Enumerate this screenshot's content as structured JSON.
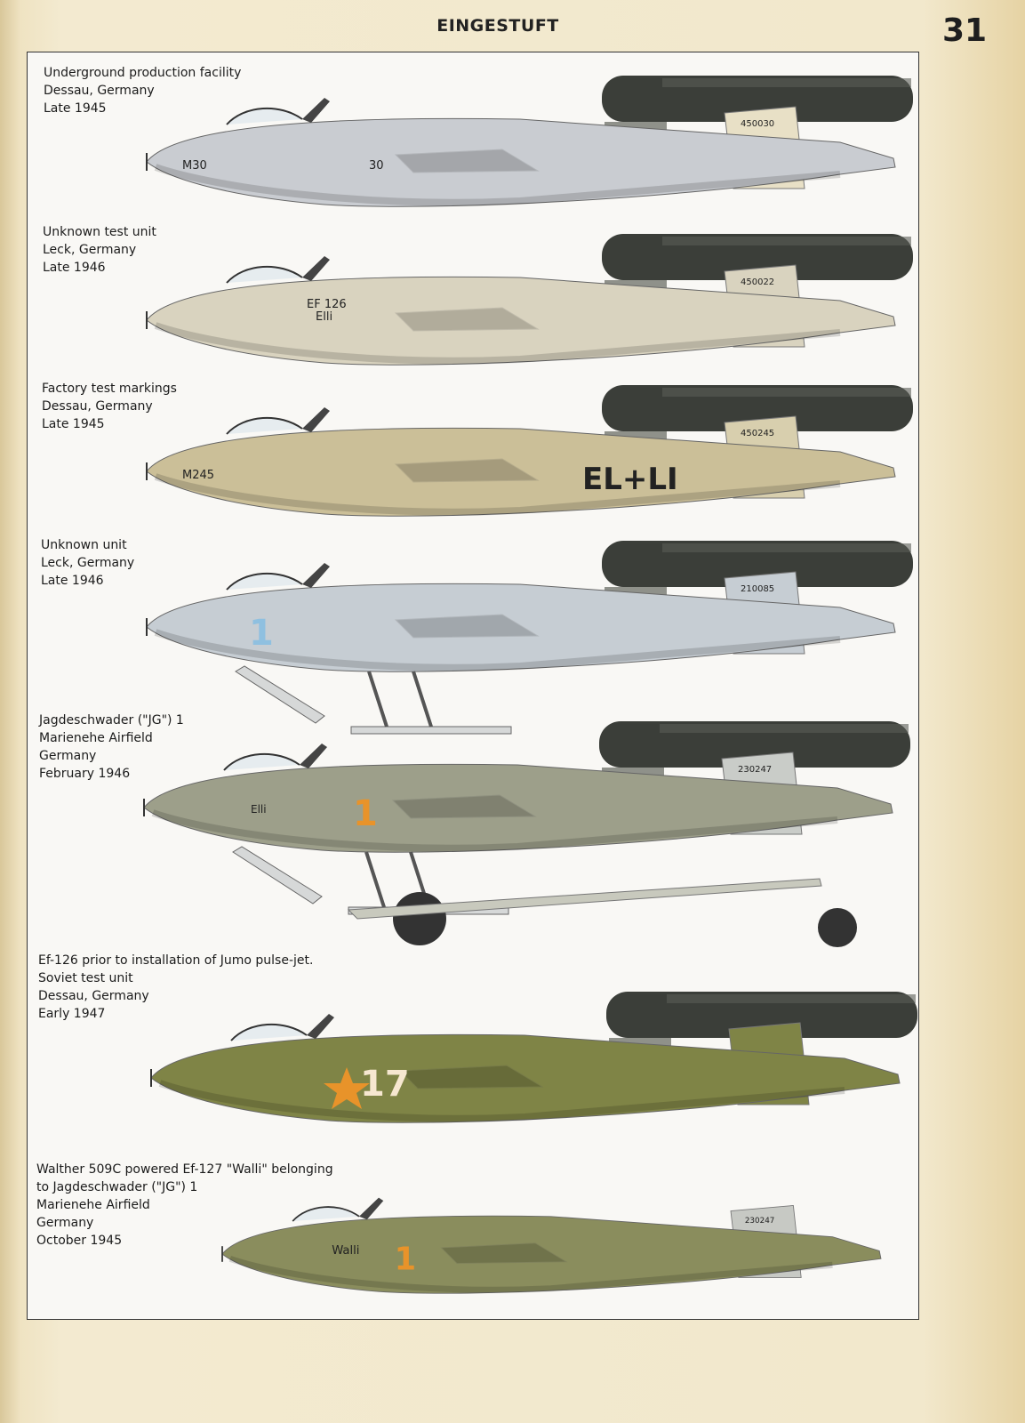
{
  "header": {
    "title": "EINGESTUFT",
    "page_number": "31"
  },
  "profiles": [
    {
      "caption": [
        "Underground production facility",
        "Dessau, Germany",
        "Late 1945"
      ],
      "markings": [
        "M30",
        "30"
      ],
      "serial": "450030",
      "color": "#c9ccd1",
      "fin_color": "#e8e0c6",
      "engine": true,
      "skids": false
    },
    {
      "caption": [
        "Unknown test unit",
        "Leck, Germany",
        "Late 1946"
      ],
      "markings": [
        "EF 126",
        "Elli"
      ],
      "serial": "450022",
      "color": "#d9d3bf",
      "fin_color": "#d9d3bf",
      "engine": true,
      "skids": false
    },
    {
      "caption": [
        "Factory test markings",
        "Dessau, Germany",
        "Late 1945"
      ],
      "markings": [
        "M245",
        "EL+LI"
      ],
      "serial": "450245",
      "color": "#cbbf98",
      "fin_color": "#d8cfae",
      "engine": true,
      "skids": false
    },
    {
      "caption": [
        "Unknown unit",
        "Leck, Germany",
        "Late 1946"
      ],
      "markings": [
        "1"
      ],
      "serial": "210085",
      "color": "#c6cdd3",
      "fin_color": "#c6cdd3",
      "engine": true,
      "skids": true
    },
    {
      "caption": [
        "Jagdeschwader (\"JG\") 1",
        "Marienehe Airfield",
        "Germany",
        "February 1946"
      ],
      "markings": [
        "Elli",
        "1"
      ],
      "serial": "230247",
      "color": "#9d9f8a",
      "fin_color": "#c9ccc8",
      "engine": true,
      "skids": true
    },
    {
      "caption": [
        "Ef-126 prior to installation of Jumo pulse-jet.",
        "Soviet test unit",
        "Dessau, Germany",
        "Early 1947"
      ],
      "markings": [
        "17"
      ],
      "serial": "",
      "color": "#7f8446",
      "fin_color": "#7f8446",
      "engine": true,
      "skids": false
    },
    {
      "caption": [
        "Walther 509C powered Ef-127 \"Walli\" belonging",
        "to Jagdeschwader (\"JG\") 1",
        "Marienehe Airfield",
        "Germany",
        "October 1945"
      ],
      "markings": [
        "Walli",
        "1"
      ],
      "serial": "230247",
      "color": "#8a8d5d",
      "fin_color": "#c7c9c4",
      "engine": false,
      "skids": false
    }
  ],
  "colors": {
    "engine": "#3b3e39",
    "panel_border": "#333333",
    "orange": "#e8932a",
    "blue": "#8fc0e0"
  }
}
